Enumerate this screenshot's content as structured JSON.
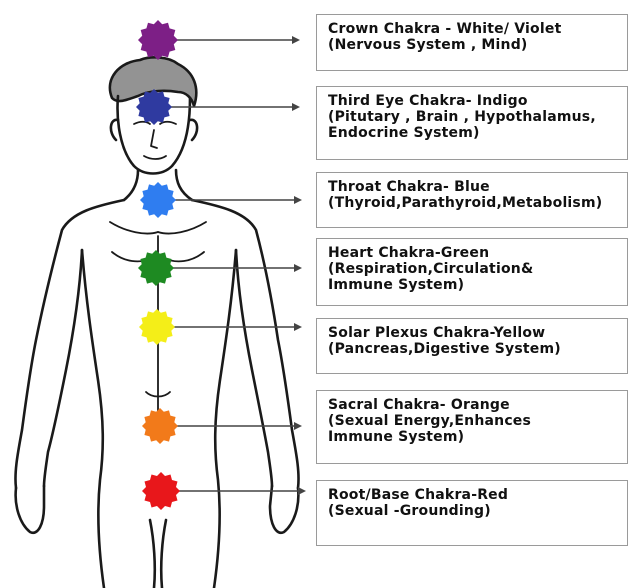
{
  "title": "",
  "chakras": [
    {
      "name": "crown",
      "line1": "Crown Chakra - White/ Violet",
      "line2": "(Nervous System , Mind)",
      "line3": "",
      "color": "#7d1f86",
      "body_region": "above head"
    },
    {
      "name": "third-eye",
      "line1": "Third Eye Chakra- Indigo",
      "line2": "(Pitutary , Brain , Hypothalamus,",
      "line3": "Endocrine System)",
      "color": "#2f3aa0",
      "body_region": "forehead"
    },
    {
      "name": "throat",
      "line1": "Throat Chakra- Blue",
      "line2": "(Thyroid,Parathyroid,Metabolism)",
      "line3": "",
      "color": "#2f7df0",
      "body_region": "throat"
    },
    {
      "name": "heart",
      "line1": "Heart Chakra-Green",
      "line2": "(Respiration,Circulation&",
      "line3": "Immune System)",
      "color": "#1e8a22",
      "body_region": "chest"
    },
    {
      "name": "solar-plexus",
      "line1": "Solar Plexus Chakra-Yellow",
      "line2": "(Pancreas,Digestive System)",
      "line3": "",
      "color": "#f4ee18",
      "body_region": "upper abdomen"
    },
    {
      "name": "sacral",
      "line1": "Sacral Chakra- Orange",
      "line2": "(Sexual Energy,Enhances",
      "line3": "Immune System)",
      "color": "#f27a1a",
      "body_region": "lower abdomen"
    },
    {
      "name": "root",
      "line1": "Root/Base Chakra-Red",
      "line2": "(Sexual -Grounding)",
      "line3": "",
      "color": "#e8171b",
      "body_region": "pelvis"
    }
  ],
  "figure": "line drawing of a standing human body, front view",
  "colors": {
    "outline": "#1a1a1a",
    "connector": "#444444",
    "box_border": "#9a9a9a"
  }
}
